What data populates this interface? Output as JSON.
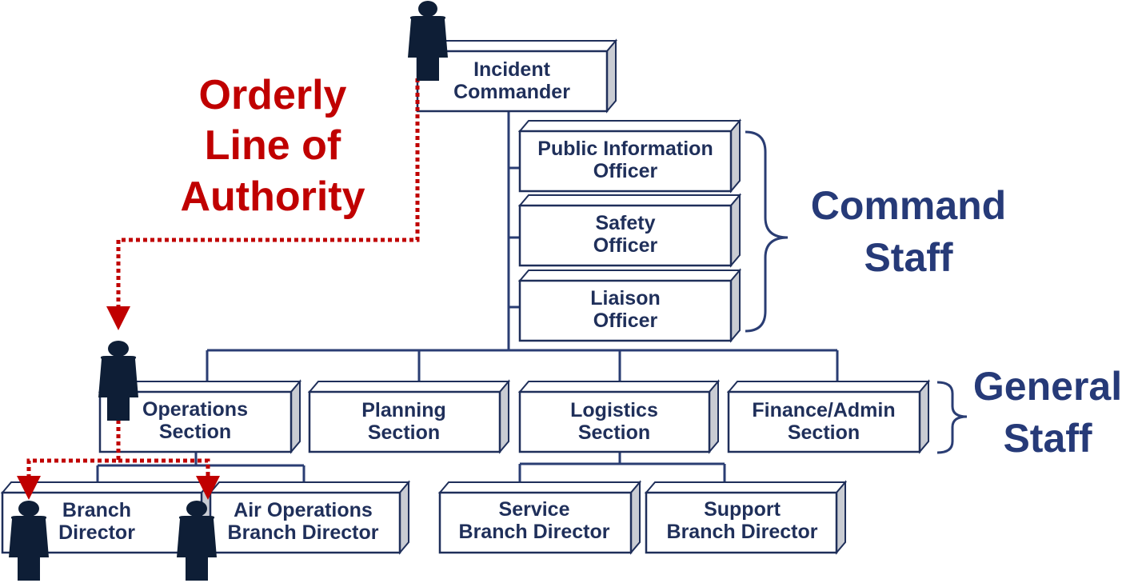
{
  "colors": {
    "navy": "#1f2f5a",
    "connector": "#2a3d73",
    "accent_red": "#c00000",
    "person": "#0e1e36",
    "box_side": "#c9ccd3"
  },
  "labels": {
    "orderly": [
      "Orderly",
      "Line of",
      "Authority"
    ],
    "command_staff": [
      "Command",
      "Staff"
    ],
    "general_staff": [
      "General",
      "Staff"
    ]
  },
  "boxes": {
    "incident_commander": [
      "Incident",
      "Commander"
    ],
    "public_information_officer": [
      "Public Information",
      "Officer"
    ],
    "safety_officer": [
      "Safety",
      "Officer"
    ],
    "liaison_officer": [
      "Liaison",
      "Officer"
    ],
    "operations_section": [
      "Operations",
      "Section"
    ],
    "planning_section": [
      "Planning",
      "Section"
    ],
    "logistics_section": [
      "Logistics",
      "Section"
    ],
    "finance_admin_section": [
      "Finance/Admin",
      "Section"
    ],
    "branch_director": [
      "Branch",
      "Director"
    ],
    "air_operations_branch_director": [
      "Air Operations",
      "Branch Director"
    ],
    "service_branch_director": [
      "Service",
      "Branch Director"
    ],
    "support_branch_director": [
      "Support",
      "Branch Director"
    ]
  },
  "icons": [
    "person-icon",
    "dotted-arrow-icon",
    "curly-brace-icon"
  ]
}
